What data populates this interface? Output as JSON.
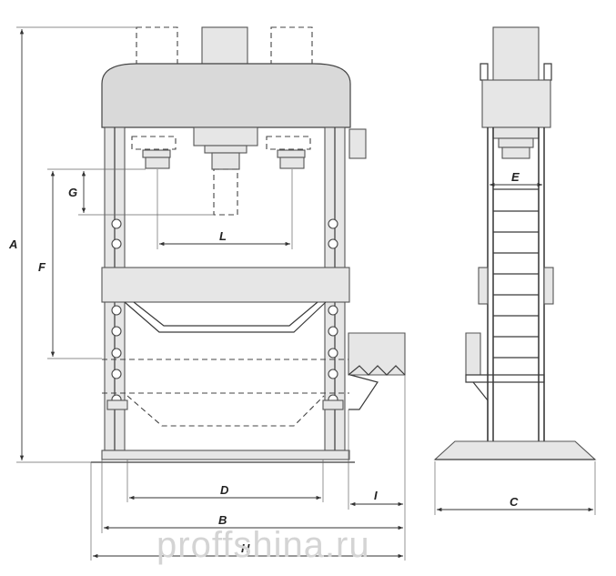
{
  "dimensions": {
    "A": "A",
    "B": "B",
    "C": "C",
    "D": "D",
    "E": "E",
    "F": "F",
    "G": "G",
    "H": "H",
    "I": "I",
    "L": "L"
  },
  "watermark": "proffshina.ru"
}
